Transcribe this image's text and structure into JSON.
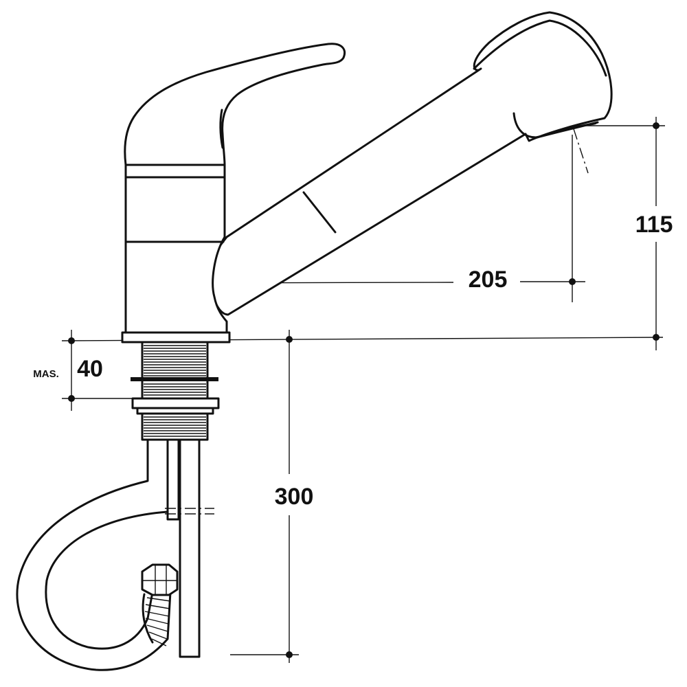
{
  "drawing": {
    "type": "faucet-dimension-drawing",
    "line_color": "#111111",
    "background": "#ffffff"
  },
  "dimensions": {
    "spout_reach": "205",
    "spout_height": "115",
    "deck_thickness_prefix": "MAS.",
    "deck_thickness": "40",
    "hose_length": "300"
  }
}
